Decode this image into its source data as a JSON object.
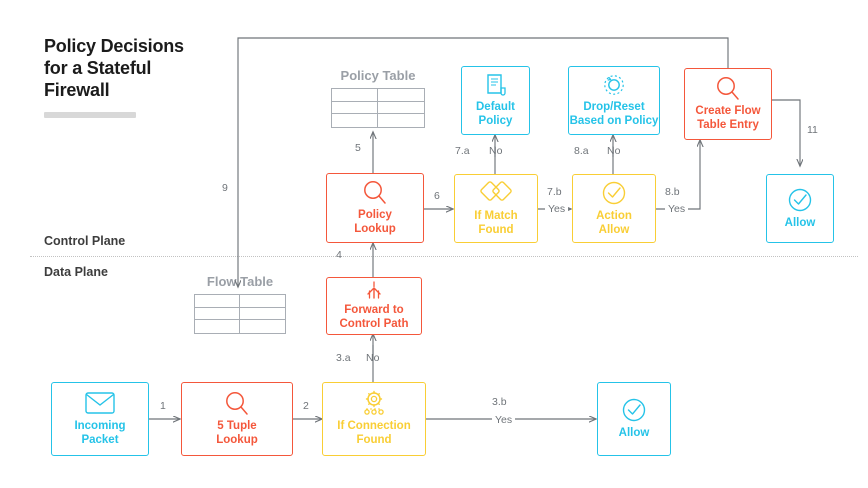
{
  "title": "Policy Decisions\nfor a Stateful\nFirewall",
  "planes": {
    "control": "Control Plane",
    "data": "Data Plane"
  },
  "tables": [
    {
      "name": "policy-table",
      "label": "Policy Table"
    },
    {
      "name": "flow-table",
      "label": "Flow Table"
    }
  ],
  "nodes": [
    {
      "id": "incoming-packet",
      "label": "Incoming\nPacket",
      "color": "cyan",
      "icon": "envelope-icon"
    },
    {
      "id": "five-tuple-lookup",
      "label": "5 Tuple\nLookup",
      "color": "red",
      "icon": "magnifier-icon"
    },
    {
      "id": "if-connection-found",
      "label": "If Connection\nFound",
      "color": "yellow",
      "icon": "gear-nodes-icon"
    },
    {
      "id": "allow-data",
      "label": "Allow",
      "color": "cyan",
      "icon": "check-circle-icon"
    },
    {
      "id": "forward-to-control-path",
      "label": "Forward to\nControl Path",
      "color": "red",
      "icon": "arrow-up-split-icon"
    },
    {
      "id": "policy-lookup",
      "label": "Policy\nLookup",
      "color": "red",
      "icon": "magnifier-icon"
    },
    {
      "id": "if-match-found",
      "label": "If Match\nFound",
      "color": "yellow",
      "icon": "diamonds-icon"
    },
    {
      "id": "action-allow",
      "label": "Action\nAllow",
      "color": "yellow",
      "icon": "check-circle-icon"
    },
    {
      "id": "default-policy",
      "label": "Default\nPolicy",
      "color": "cyan",
      "icon": "document-icon"
    },
    {
      "id": "drop-reset",
      "label": "Drop/Reset\nBased on Policy",
      "color": "cyan",
      "icon": "reset-icon"
    },
    {
      "id": "create-flow-entry",
      "label": "Create Flow\nTable Entry",
      "color": "red",
      "icon": "magnifier-icon"
    },
    {
      "id": "allow-control",
      "label": "Allow",
      "color": "cyan",
      "icon": "check-circle-icon"
    }
  ],
  "edges": [
    {
      "id": "e1",
      "step": "1"
    },
    {
      "id": "e2",
      "step": "2"
    },
    {
      "id": "e3a",
      "step": "3.a",
      "answer": "No"
    },
    {
      "id": "e3b",
      "step": "3.b",
      "answer": "Yes"
    },
    {
      "id": "e4",
      "step": "4"
    },
    {
      "id": "e5",
      "step": "5"
    },
    {
      "id": "e6",
      "step": "6"
    },
    {
      "id": "e7a",
      "step": "7.a",
      "answer": "No"
    },
    {
      "id": "e7b",
      "step": "7.b",
      "answer": "Yes"
    },
    {
      "id": "e8a",
      "step": "8.a",
      "answer": "No"
    },
    {
      "id": "e8b",
      "step": "8.b",
      "answer": "Yes"
    },
    {
      "id": "e9",
      "step": "9"
    },
    {
      "id": "e11",
      "step": "11"
    }
  ],
  "colors": {
    "cyan": "#25c3e8",
    "red": "#f4573b",
    "yellow": "#f9ce35",
    "gray_table": "#9a9fa6",
    "edge": "#6f7479",
    "title": "#1b1b1b"
  }
}
